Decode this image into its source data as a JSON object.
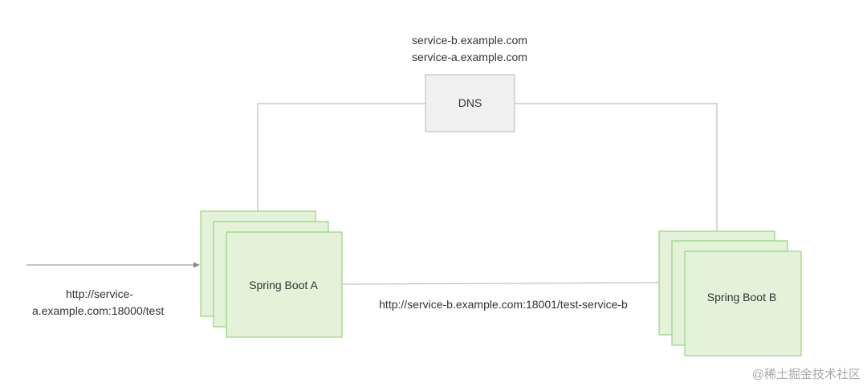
{
  "dns": {
    "label": "DNS",
    "records": [
      "service-b.example.com",
      "service-a.example.com"
    ]
  },
  "service_a": {
    "label": "Spring Boot A",
    "entry_url_line1": "http://service-",
    "entry_url_line2": "a.example.com:18000/test"
  },
  "service_b": {
    "label": "Spring Boot B",
    "call_url": "http://service-b.example.com:18001/test-service-b"
  },
  "watermark": "@稀土掘金技术社区",
  "colors": {
    "node_fill": "#e3f2d9",
    "node_border": "#95d57a",
    "dns_fill": "#f0f0f0",
    "dns_border": "#b9b9b9",
    "line": "#b0b0b0"
  }
}
